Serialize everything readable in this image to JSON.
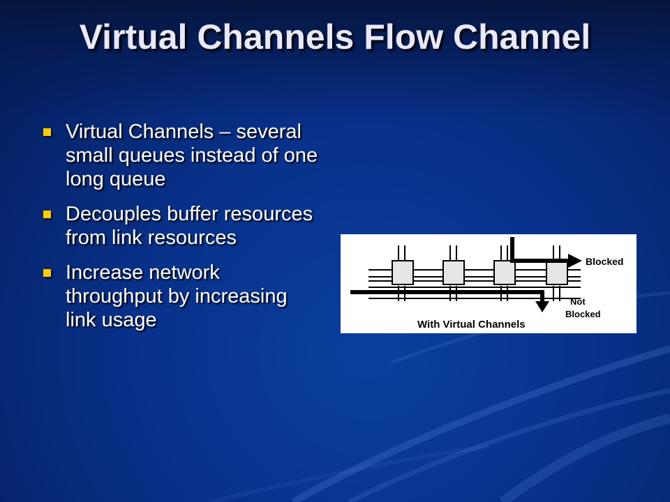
{
  "slide": {
    "title": "Virtual Channels Flow Channel",
    "bullets": [
      "Virtual Channels – several small queues instead of one long queue",
      "Decouples buffer resources from link resources",
      "Increase network throughput by increasing link usage"
    ]
  },
  "figure": {
    "label_blocked": "Blocked",
    "label_not": "Not",
    "label_not_blocked": "Blocked",
    "caption": "With Virtual Channels"
  },
  "colors": {
    "background": "#08318a",
    "title": "#e8e8ff",
    "bullet_marker": "#ffcc00"
  }
}
